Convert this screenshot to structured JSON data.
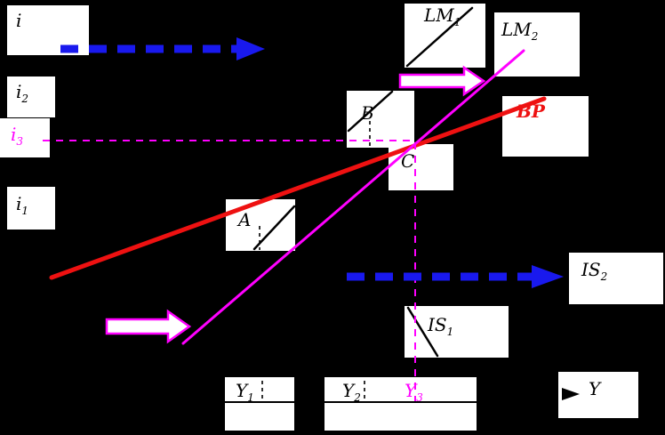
{
  "colors": {
    "bg": "#000000",
    "box_bg": "#ffffff",
    "red": "#ee1111",
    "magenta": "#ff00ff",
    "blue": "#1919ee",
    "black": "#000000"
  },
  "labels": {
    "i_axis": {
      "main": "i",
      "sub": ""
    },
    "i2": {
      "main": "i",
      "sub": "2"
    },
    "i3": {
      "main": "i",
      "sub": "3"
    },
    "i1": {
      "main": "i",
      "sub": "1"
    },
    "lm1": {
      "main": "LM",
      "sub": "1"
    },
    "lm2": {
      "main": "LM",
      "sub": "2"
    },
    "bp": {
      "main": "BP",
      "sub": ""
    },
    "b": {
      "main": "B",
      "sub": ""
    },
    "c": {
      "main": "C",
      "sub": ""
    },
    "a": {
      "main": "A",
      "sub": ""
    },
    "is2": {
      "main": "IS",
      "sub": "2"
    },
    "is1": {
      "main": "IS",
      "sub": "1"
    },
    "y1": {
      "main": "Y",
      "sub": "1"
    },
    "y2": {
      "main": "Y",
      "sub": "2"
    },
    "y3": {
      "main": "Y",
      "sub": "3"
    },
    "y_axis": {
      "main": "Y",
      "sub": ""
    }
  }
}
